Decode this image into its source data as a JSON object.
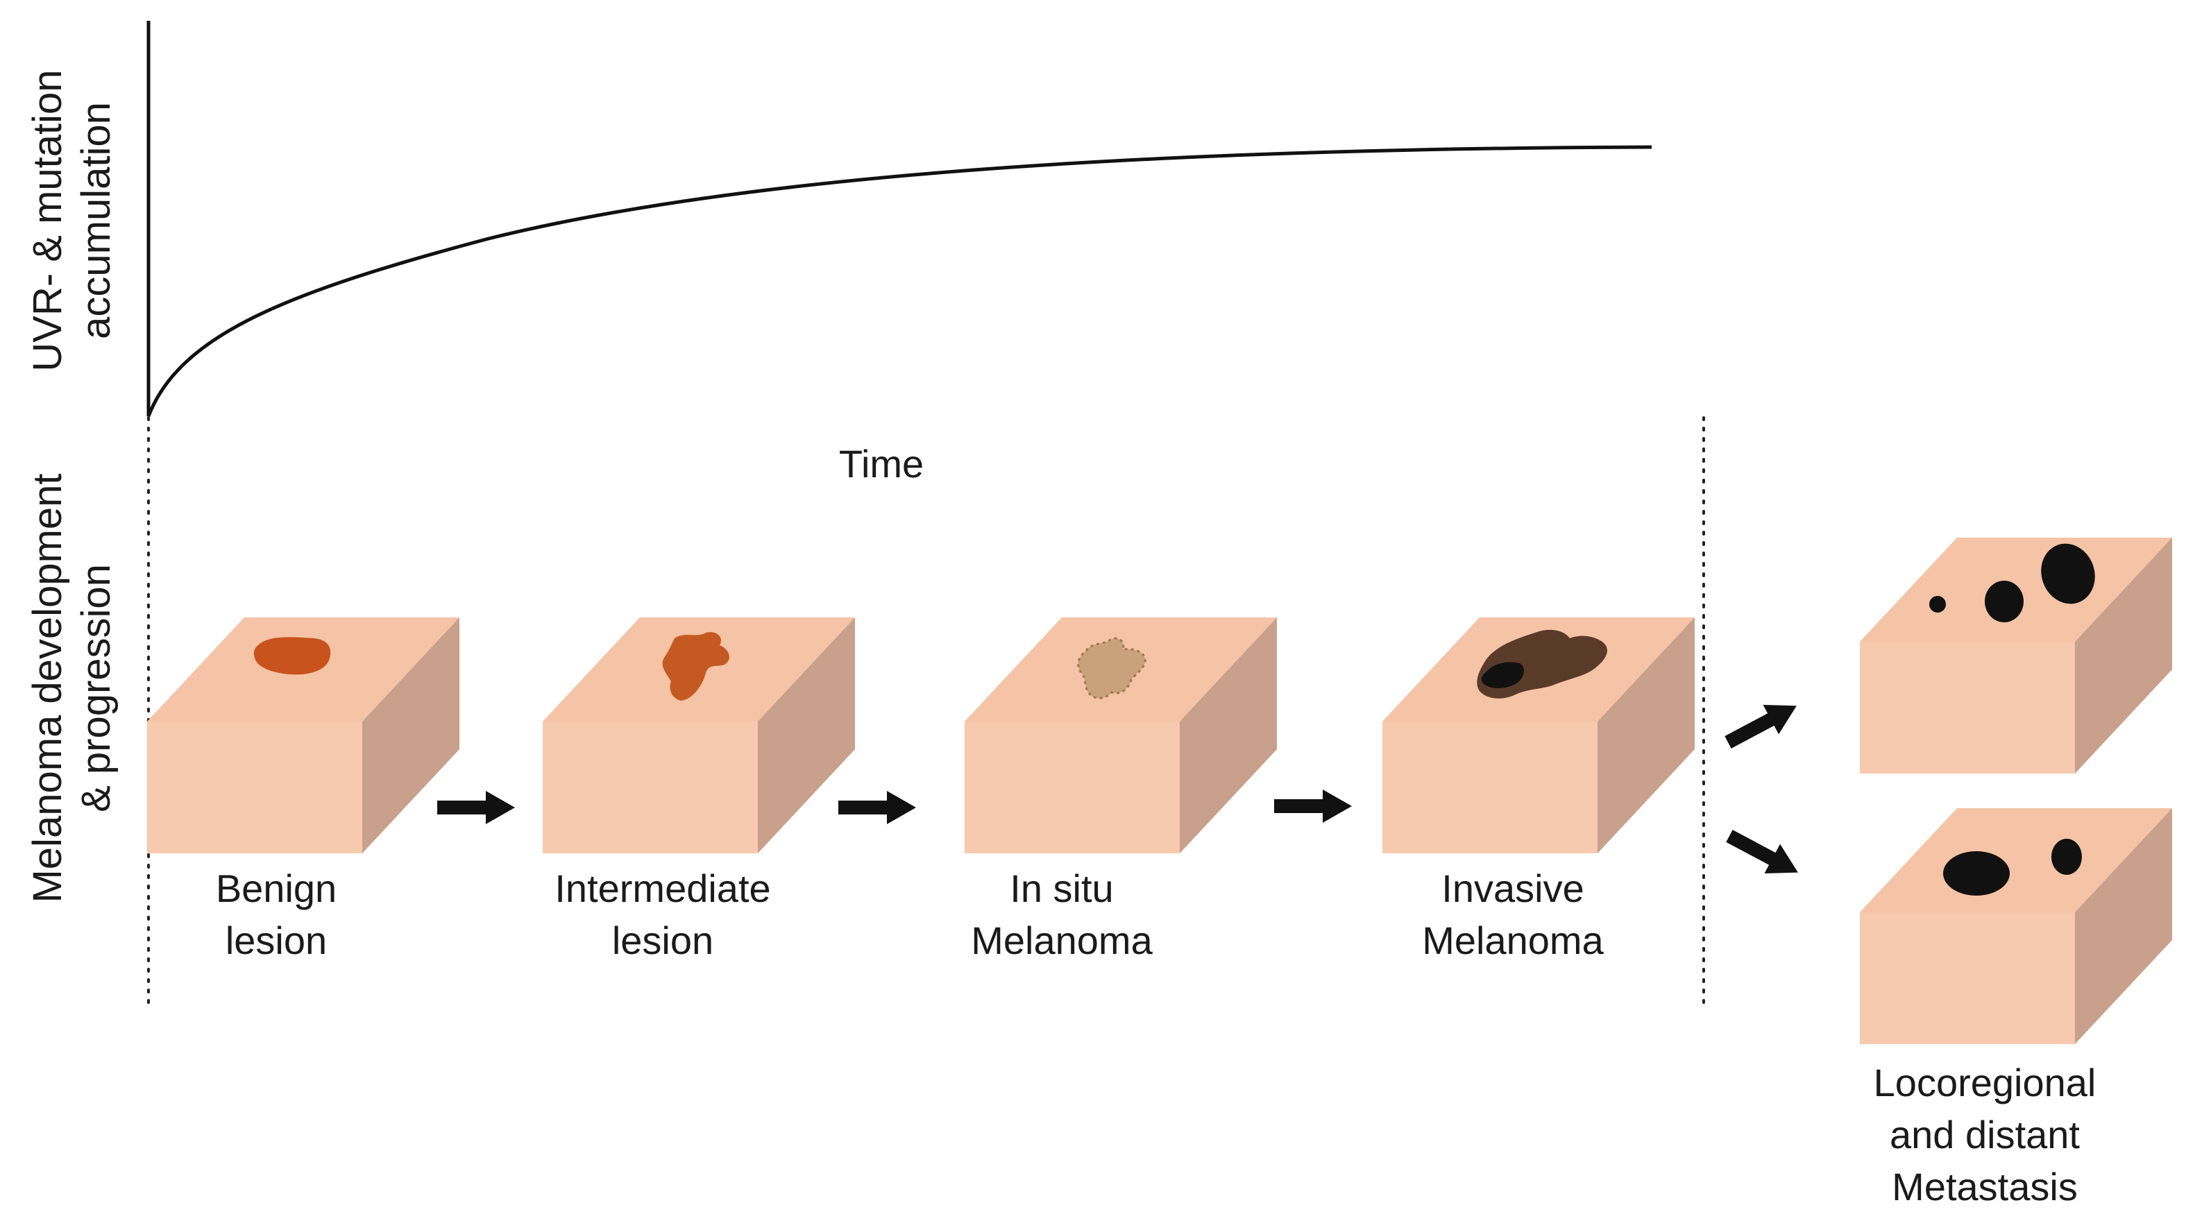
{
  "axis": {
    "y_upper_line1": "UVR- & mutation",
    "y_upper_line2": "accumulation",
    "y_lower_line1": "Melanoma development",
    "y_lower_line2": "& progression",
    "x_label": "Time"
  },
  "stages": [
    {
      "line1": "Benign",
      "line2": "lesion"
    },
    {
      "line1": "Intermediate",
      "line2": "lesion"
    },
    {
      "line1": "In situ",
      "line2": "Melanoma"
    },
    {
      "line1": "Invasive",
      "line2": "Melanoma"
    }
  ],
  "metastasis": {
    "line1": "Locoregional",
    "line2": "and distant",
    "line3": "Metastasis"
  },
  "colors": {
    "skin_front": "#f7c9ae",
    "skin_top": "#f5c3a5",
    "skin_side": "#c9a08b",
    "benign_lesion": "#c8531c",
    "intermediate_lesion": "#c45a22",
    "in_situ_lesion": "#c9a17a",
    "invasive_lesion": "#5a3b2a",
    "metastasis_lesion": "#111111",
    "line": "#111111"
  },
  "icons": {
    "curve": "accumulation-curve",
    "arrow": "right-arrow-icon"
  }
}
